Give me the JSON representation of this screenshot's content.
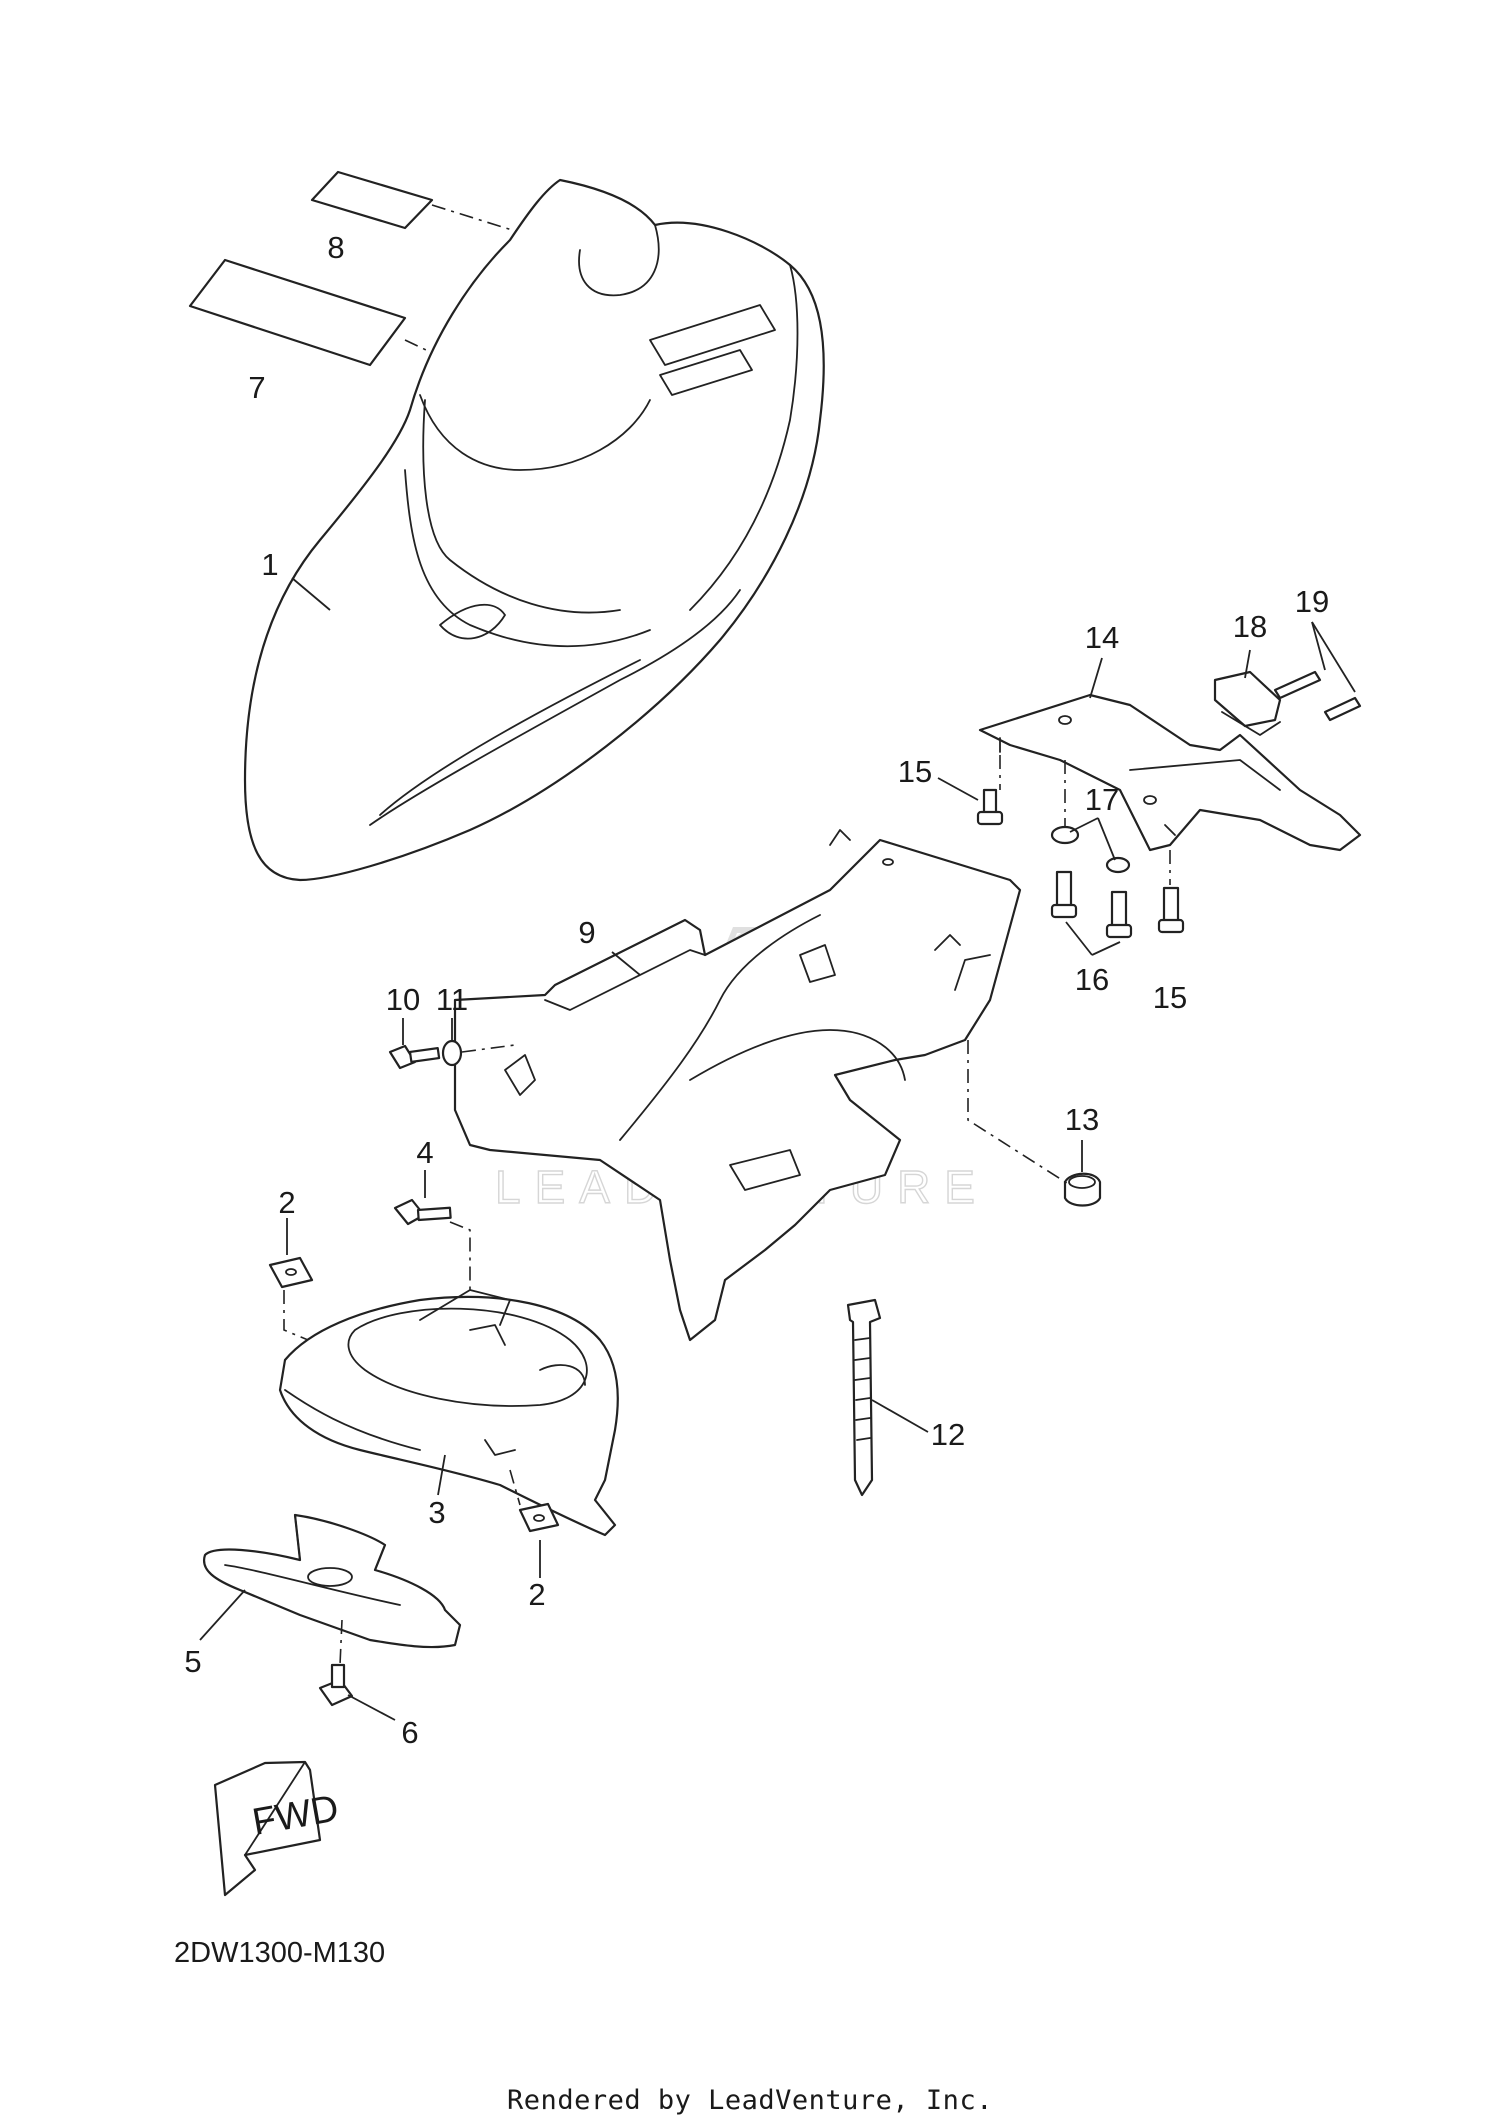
{
  "diagram": {
    "code": "2DW1300-M130",
    "credit": "Rendered by LeadVenture, Inc.",
    "watermark": "LEADVENTURE",
    "direction_label": "FWD"
  },
  "callouts": [
    {
      "id": "c1",
      "label": "1"
    },
    {
      "id": "c2a",
      "label": "2"
    },
    {
      "id": "c2b",
      "label": "2"
    },
    {
      "id": "c3",
      "label": "3"
    },
    {
      "id": "c4",
      "label": "4"
    },
    {
      "id": "c5",
      "label": "5"
    },
    {
      "id": "c6",
      "label": "6"
    },
    {
      "id": "c7",
      "label": "7"
    },
    {
      "id": "c8",
      "label": "8"
    },
    {
      "id": "c9",
      "label": "9"
    },
    {
      "id": "c10",
      "label": "10"
    },
    {
      "id": "c11",
      "label": "11"
    },
    {
      "id": "c12",
      "label": "12"
    },
    {
      "id": "c13",
      "label": "13"
    },
    {
      "id": "c14",
      "label": "14"
    },
    {
      "id": "c15a",
      "label": "15"
    },
    {
      "id": "c15b",
      "label": "15"
    },
    {
      "id": "c16",
      "label": "16"
    },
    {
      "id": "c17",
      "label": "17"
    },
    {
      "id": "c18",
      "label": "18"
    },
    {
      "id": "c19",
      "label": "19"
    }
  ]
}
